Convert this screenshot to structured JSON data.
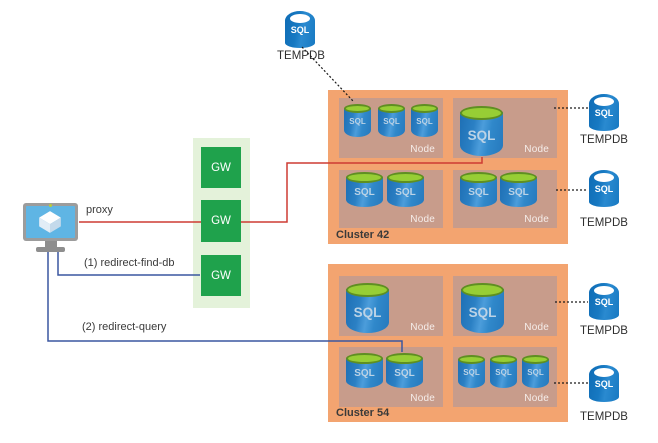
{
  "client": {
    "proxy_label": "proxy"
  },
  "connections": {
    "proxy_label": "proxy",
    "redirect_find_db_label": "(1) redirect-find-db",
    "redirect_query_label": "(2) redirect-query"
  },
  "gateways": {
    "items": [
      {
        "label": "GW"
      },
      {
        "label": "GW"
      },
      {
        "label": "GW"
      }
    ]
  },
  "clusters": [
    {
      "name": "Cluster 42",
      "nodes": [
        {
          "label": "Node",
          "db_count": 3,
          "db_size": "small"
        },
        {
          "label": "Node",
          "db_count": 1,
          "db_size": "large"
        },
        {
          "label": "Node",
          "db_count": 2,
          "db_size": "medium"
        },
        {
          "label": "Node",
          "db_count": 2,
          "db_size": "medium"
        }
      ]
    },
    {
      "name": "Cluster 54",
      "nodes": [
        {
          "label": "Node",
          "db_count": 1,
          "db_size": "large"
        },
        {
          "label": "Node",
          "db_count": 1,
          "db_size": "large"
        },
        {
          "label": "Node",
          "db_count": 2,
          "db_size": "medium"
        },
        {
          "label": "Node",
          "db_count": 3,
          "db_size": "small"
        }
      ]
    }
  ],
  "db_icon": {
    "label": "SQL"
  },
  "tempdb": {
    "instances": [
      {
        "label": "TEMPDB"
      },
      {
        "label": "TEMPDB"
      },
      {
        "label": "TEMPDB"
      },
      {
        "label": "TEMPDB"
      },
      {
        "label": "TEMPDB"
      }
    ]
  },
  "colors": {
    "cluster_bg": "#F3A470",
    "node_bg": "#C89C8B",
    "gateway_panel_bg": "#E4F2DA",
    "gateway_box": "#1FA24C",
    "proxy_line_red": "#CE3B33",
    "redirect_line_blue": "#3A57A0",
    "dotted_line": "#1A1A1A",
    "db_body_blue": "#2B80C4",
    "db_cap_green": "#97CE35",
    "tempdb_body_blue": "#1779C2",
    "monitor_screen_blue": "#5FB5E4"
  }
}
